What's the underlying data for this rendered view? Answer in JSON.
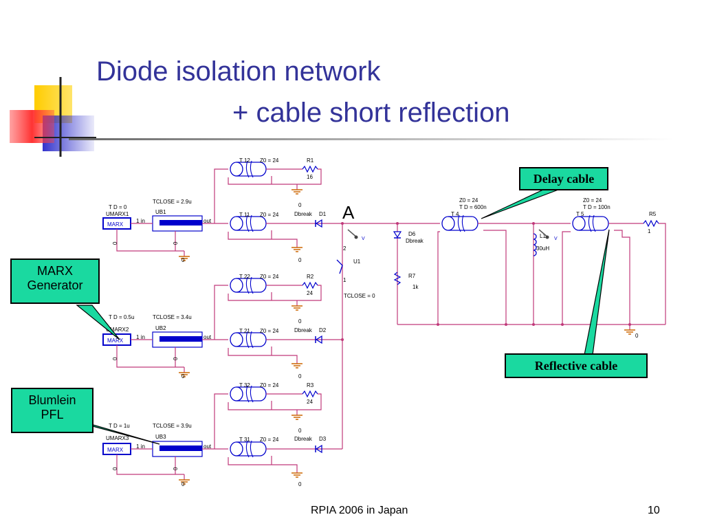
{
  "slide": {
    "title_line1": "Diode isolation network",
    "title_line2": "+ cable short reflection",
    "footer_left": "RPIA 2006 in Japan",
    "page_number": "10"
  },
  "callouts": {
    "delay_cable": "Delay cable",
    "reflective_cable": "Reflective cable",
    "marx_line1": "MARX",
    "marx_line2": "Generator",
    "blumlein_line1": "Blumlein",
    "blumlein_line2": "PFL"
  },
  "schematic": {
    "node_a_label": "A",
    "stages": [
      {
        "td": "T D = 0",
        "tclose": "TCLOSE = 2.9u",
        "marx_ref": "UMARX1",
        "marx_name": "MARX",
        "ub_ref": "UB1",
        "pin_in": "1 in",
        "pin_out": "out",
        "ground_left": "0",
        "ground_mid": "0",
        "ground_bottom": "0",
        "top_cable": "T 12",
        "top_z0": "Z0 = 24",
        "top_res": "R1",
        "top_res_val": "16",
        "top_ground": "0",
        "main_cable": "T 11",
        "main_z0": "Z0 = 24",
        "diode_model": "Dbreak",
        "diode_ref": "D1",
        "main_ground": "0"
      },
      {
        "td": "T D = 0.5u",
        "tclose": "TCLOSE = 3.4u",
        "marx_ref": "UMARX2",
        "marx_name": "MARX",
        "ub_ref": "UB2",
        "pin_in": "1 in",
        "pin_out": "out",
        "ground_left": "0",
        "ground_mid": "0",
        "ground_bottom": "0",
        "top_cable": "T 22",
        "top_z0": "Z0 = 24",
        "top_res": "R2",
        "top_res_val": "24",
        "top_ground": "0",
        "main_cable": "T 21",
        "main_z0": "Z0 = 24",
        "diode_model": "Dbreak",
        "diode_ref": "D2",
        "main_ground": "0"
      },
      {
        "td": "T D = 1u",
        "tclose": "TCLOSE = 3.9u",
        "marx_ref": "UMARX3",
        "marx_name": "MARX",
        "ub_ref": "UB3",
        "pin_in": "1 in",
        "pin_out": "out",
        "ground_left": "0",
        "ground_mid": "0",
        "ground_bottom": "0",
        "top_cable": "T 32",
        "top_z0": "Z0 = 24",
        "top_res": "R3",
        "top_res_val": "24",
        "top_ground": "0",
        "main_cable": "T 31",
        "main_z0": "Z0 = 24",
        "diode_model": "Dbreak",
        "diode_ref": "D3",
        "main_ground": "0"
      }
    ],
    "switch": {
      "ref": "U1",
      "tclose": "TCLOSE = 0",
      "pin2": "2",
      "pin1": "1"
    },
    "probe_label": "V",
    "d6": {
      "ref": "D6",
      "model": "Dbreak"
    },
    "r7": {
      "ref": "R7",
      "value": "1k"
    },
    "t4": {
      "ref": "T 4",
      "z0": "Z0 = 24",
      "td": "T D = 600n"
    },
    "l1": {
      "ref": "L1",
      "value": "30uH"
    },
    "t5": {
      "ref": "T 5",
      "z0": "Z0 = 24",
      "td": "T D = 100n"
    },
    "r5": {
      "ref": "R5",
      "value": "1"
    },
    "ground_right": "0"
  },
  "colors": {
    "title": "#333399",
    "wire": "#c0397a",
    "component": "#0000cc",
    "callout_fill": "#1ad9a0",
    "ground": "#cc6600"
  }
}
